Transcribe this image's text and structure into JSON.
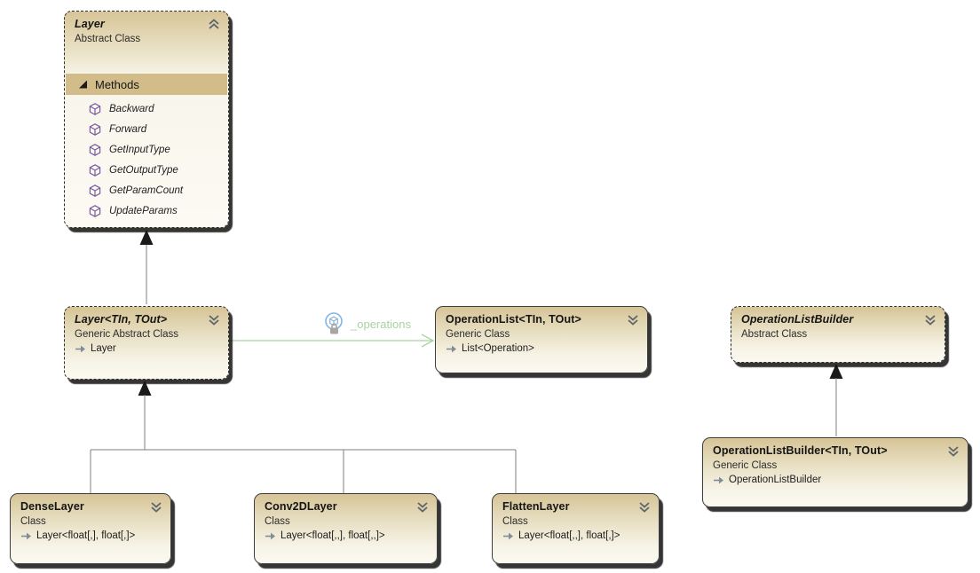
{
  "canvas": {
    "background": "#ffffff"
  },
  "palette": {
    "header_tan": "#d6c496",
    "methods_section_tan": "#d2bc89",
    "body_cream": "#fbf9f1",
    "association_green": "#a8d3a0",
    "connector_gray": "#7f7f7f",
    "inheritance_arrowhead_black": "#1a1a1a",
    "method_icon_purple": "#7a5aa0",
    "field_icon_blue": "#88b5dd",
    "chevron_gray": "#5d646b",
    "base_arrow_gray": "#828c98"
  },
  "boxes": {
    "layer": {
      "title": "Layer",
      "subtitle": "Abstract Class",
      "methods_section_label": "Methods",
      "methods": [
        "Backward",
        "Forward",
        "GetInputType",
        "GetOutputType",
        "GetParamCount",
        "UpdateParams"
      ]
    },
    "layer_generic": {
      "title": "Layer<TIn, TOut>",
      "subtitle": "Generic Abstract Class",
      "base": "Layer"
    },
    "operation_list": {
      "title": "OperationList<TIn, TOut>",
      "subtitle": "Generic Class",
      "base": "List<Operation>"
    },
    "operation_list_builder": {
      "title": "OperationListBuilder",
      "subtitle": "Abstract Class"
    },
    "operation_list_builder_generic": {
      "title": "OperationListBuilder<TIn, TOut>",
      "subtitle": "Generic Class",
      "base": "OperationListBuilder"
    },
    "dense_layer": {
      "title": "DenseLayer",
      "subtitle": "Class",
      "base": "Layer<float[,], float[,]>"
    },
    "conv2d_layer": {
      "title": "Conv2DLayer",
      "subtitle": "Class",
      "base": "Layer<float[,,], float[,,]>"
    },
    "flatten_layer": {
      "title": "FlattenLayer",
      "subtitle": "Class",
      "base": "Layer<float[,,], float[,]>"
    }
  },
  "associations": {
    "operations_field_label": "_operations"
  }
}
